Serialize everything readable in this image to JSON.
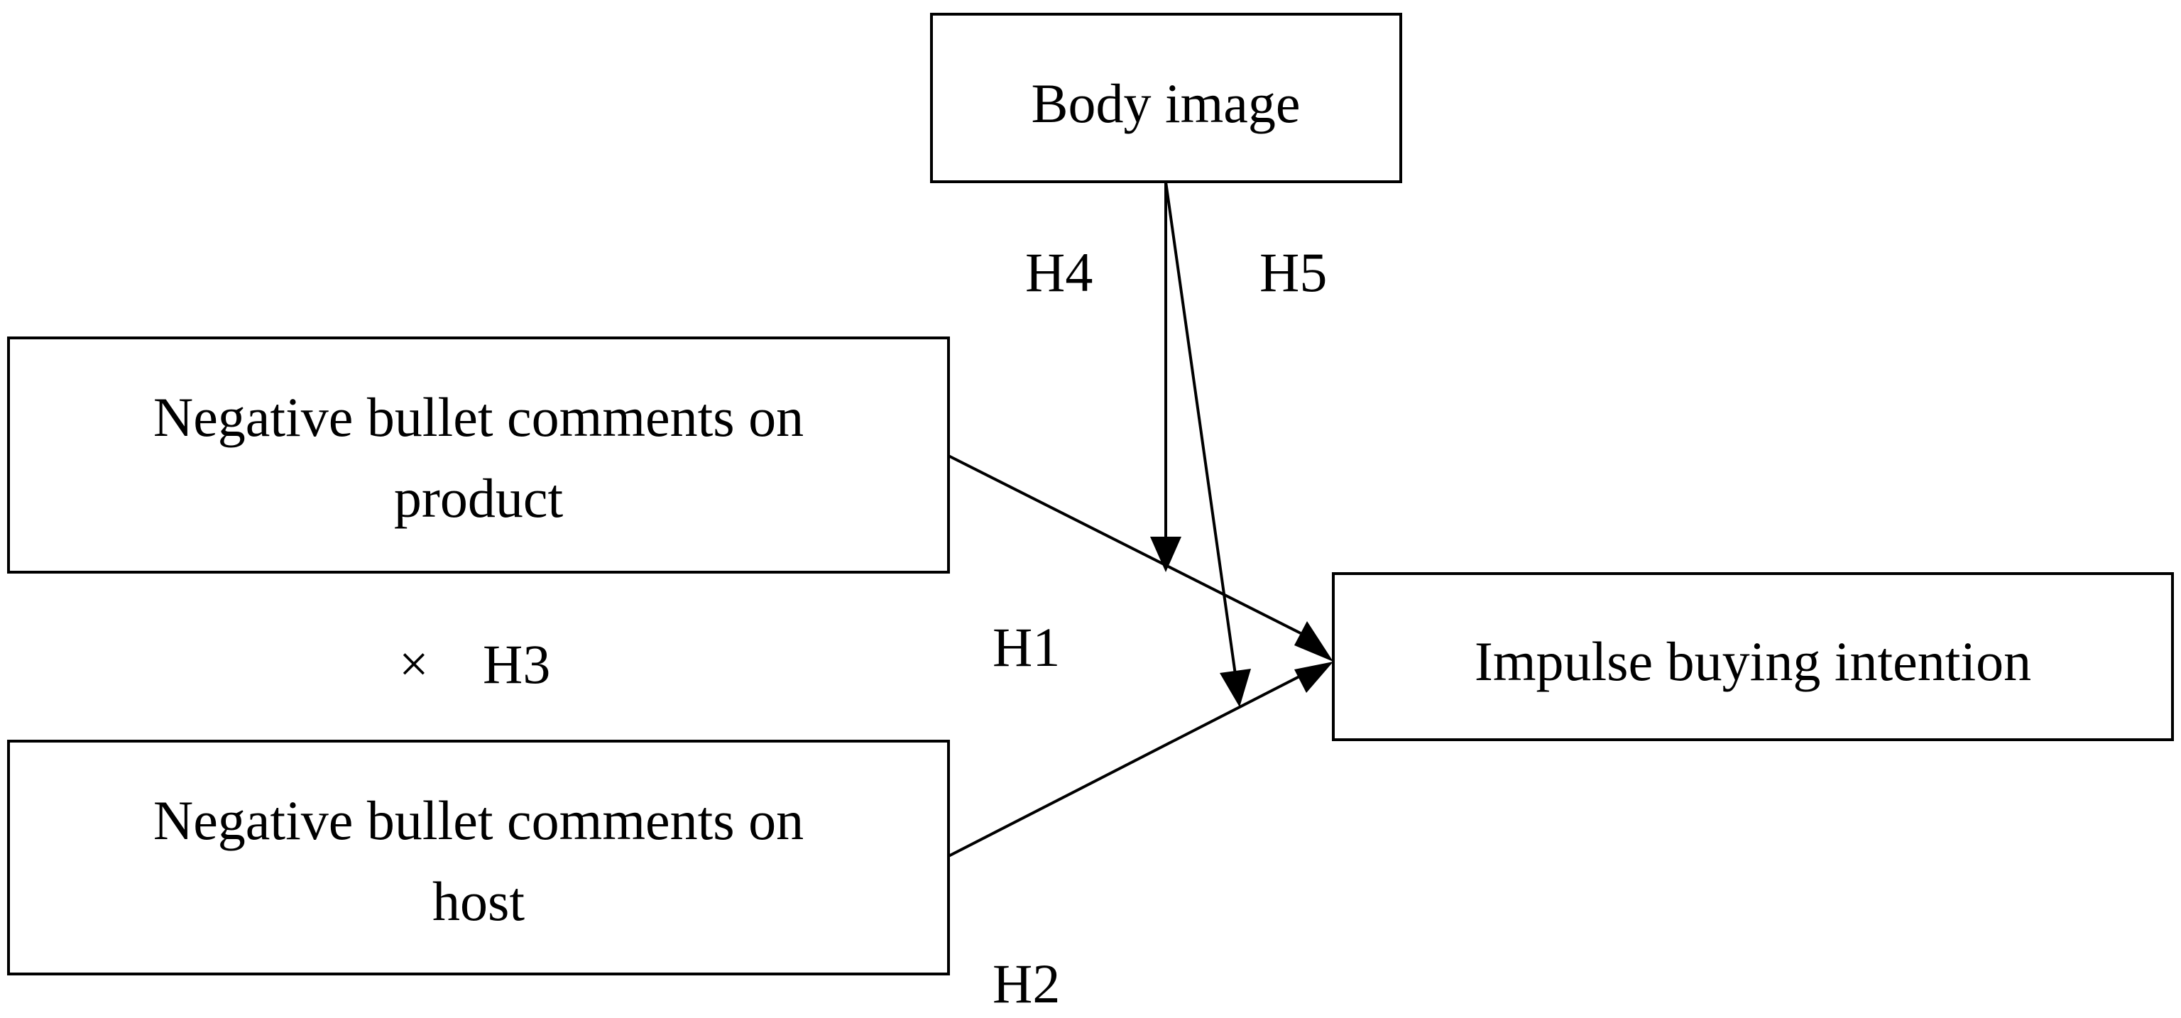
{
  "diagram": {
    "nodes": {
      "body_image": {
        "lines": [
          "Body image"
        ]
      },
      "neg_product": {
        "lines": [
          "Negative bullet comments on",
          "product"
        ]
      },
      "neg_host": {
        "lines": [
          "Negative bullet comments on",
          "host"
        ]
      },
      "impulse": {
        "lines": [
          "Impulse buying intention"
        ]
      }
    },
    "hypotheses": {
      "h1": "H1",
      "h2": "H2",
      "h3": "H3",
      "h4": "H4",
      "h5": "H5"
    },
    "interaction_symbol": "×",
    "edges": [
      {
        "from": "neg_product",
        "to": "impulse",
        "label": "H1"
      },
      {
        "from": "neg_host",
        "to": "impulse",
        "label": "H2"
      },
      {
        "from": "body_image",
        "to": "edge-h1",
        "label": "H4",
        "type": "moderation"
      },
      {
        "from": "body_image",
        "to": "edge-h2",
        "label": "H5",
        "type": "moderation"
      }
    ]
  }
}
